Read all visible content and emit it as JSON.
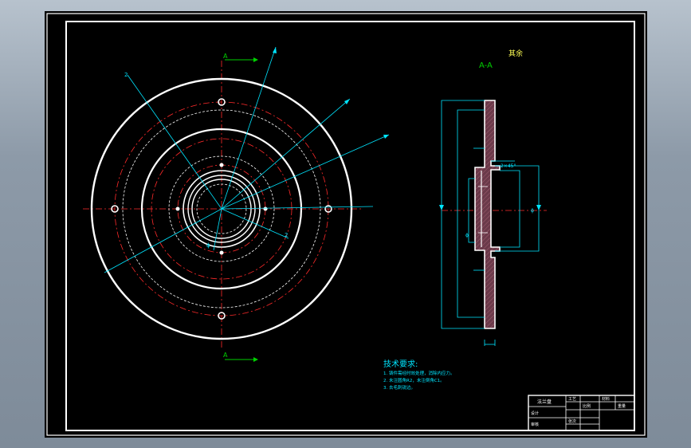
{
  "drawing": {
    "section_label": "A-A",
    "corner_note": "其余",
    "cut_labels": [
      "A",
      "A"
    ],
    "tech_title": "技术要求:",
    "tech_items": [
      "1. 铸件需经时效处理，消除内应力。",
      "2. 未注圆角R2，未注倒角C1。",
      "3. 去毛刺锐边。"
    ],
    "title_block": {
      "part_name": "法兰盘",
      "cells": [
        "设计",
        "审核",
        "工艺",
        "比例",
        "材料",
        "重量",
        "张次"
      ]
    }
  },
  "colors": {
    "background": "#000000",
    "outline": "#ffffff",
    "center_line": "#ff2a2a",
    "dimension": "#00e5ff",
    "section_arrow": "#00d000",
    "hatch": "#6b3a4a"
  }
}
